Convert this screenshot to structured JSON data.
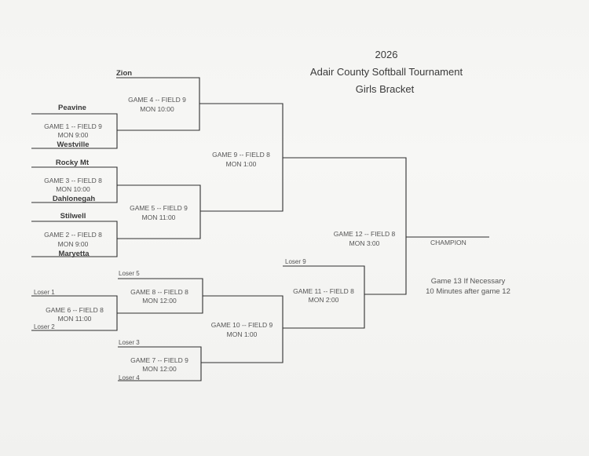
{
  "title": {
    "year": "2026",
    "line1": "Adair County Softball Tournament",
    "line2": "Girls Bracket"
  },
  "teams": {
    "zion": "Zion",
    "peavine": "Peavine",
    "westville": "Westville",
    "rocky_mt": "Rocky Mt",
    "dahlonegah": "Dahlonegah",
    "stilwell": "Stilwell",
    "maryetta": "Maryetta"
  },
  "games": {
    "g1": {
      "name": "GAME 1 -- FIELD 9",
      "time": "MON 9:00"
    },
    "g2": {
      "name": "GAME 2 -- FIELD 8",
      "time": "MON 9:00"
    },
    "g3": {
      "name": "GAME 3 -- FIELD 8",
      "time": "MON 10:00"
    },
    "g4": {
      "name": "GAME 4 -- FIELD 9",
      "time": "MON 10:00"
    },
    "g5": {
      "name": "GAME 5  -- FIELD 9",
      "time": "MON 11:00"
    },
    "g6": {
      "name": "GAME 6 -- FIELD 8",
      "time": "MON 11:00"
    },
    "g7": {
      "name": "GAME 7 -- FIELD 9",
      "time": "MON 12:00"
    },
    "g8": {
      "name": "GAME 8 -- FIELD 8",
      "time": "MON 12:00"
    },
    "g9": {
      "name": "GAME 9  -- FIELD 8",
      "time": "MON 1:00"
    },
    "g10": {
      "name": "GAME 10 -- FIELD 9",
      "time": "MON 1:00"
    },
    "g11": {
      "name": "GAME 11 -- FIELD 8",
      "time": "MON 2:00"
    },
    "g12": {
      "name": "GAME 12 -- FIELD 8",
      "time": "MON 3:00"
    }
  },
  "losers": {
    "l1": "Loser 1",
    "l2": "Loser 2",
    "l3": "Loser 3",
    "l4": "Loser 4",
    "l5": "Loser 5",
    "l9": "Loser 9"
  },
  "champion": "CHAMPION",
  "note": {
    "line1": "Game 13 If Necessary",
    "line2": "10 Minutes after game 12"
  }
}
